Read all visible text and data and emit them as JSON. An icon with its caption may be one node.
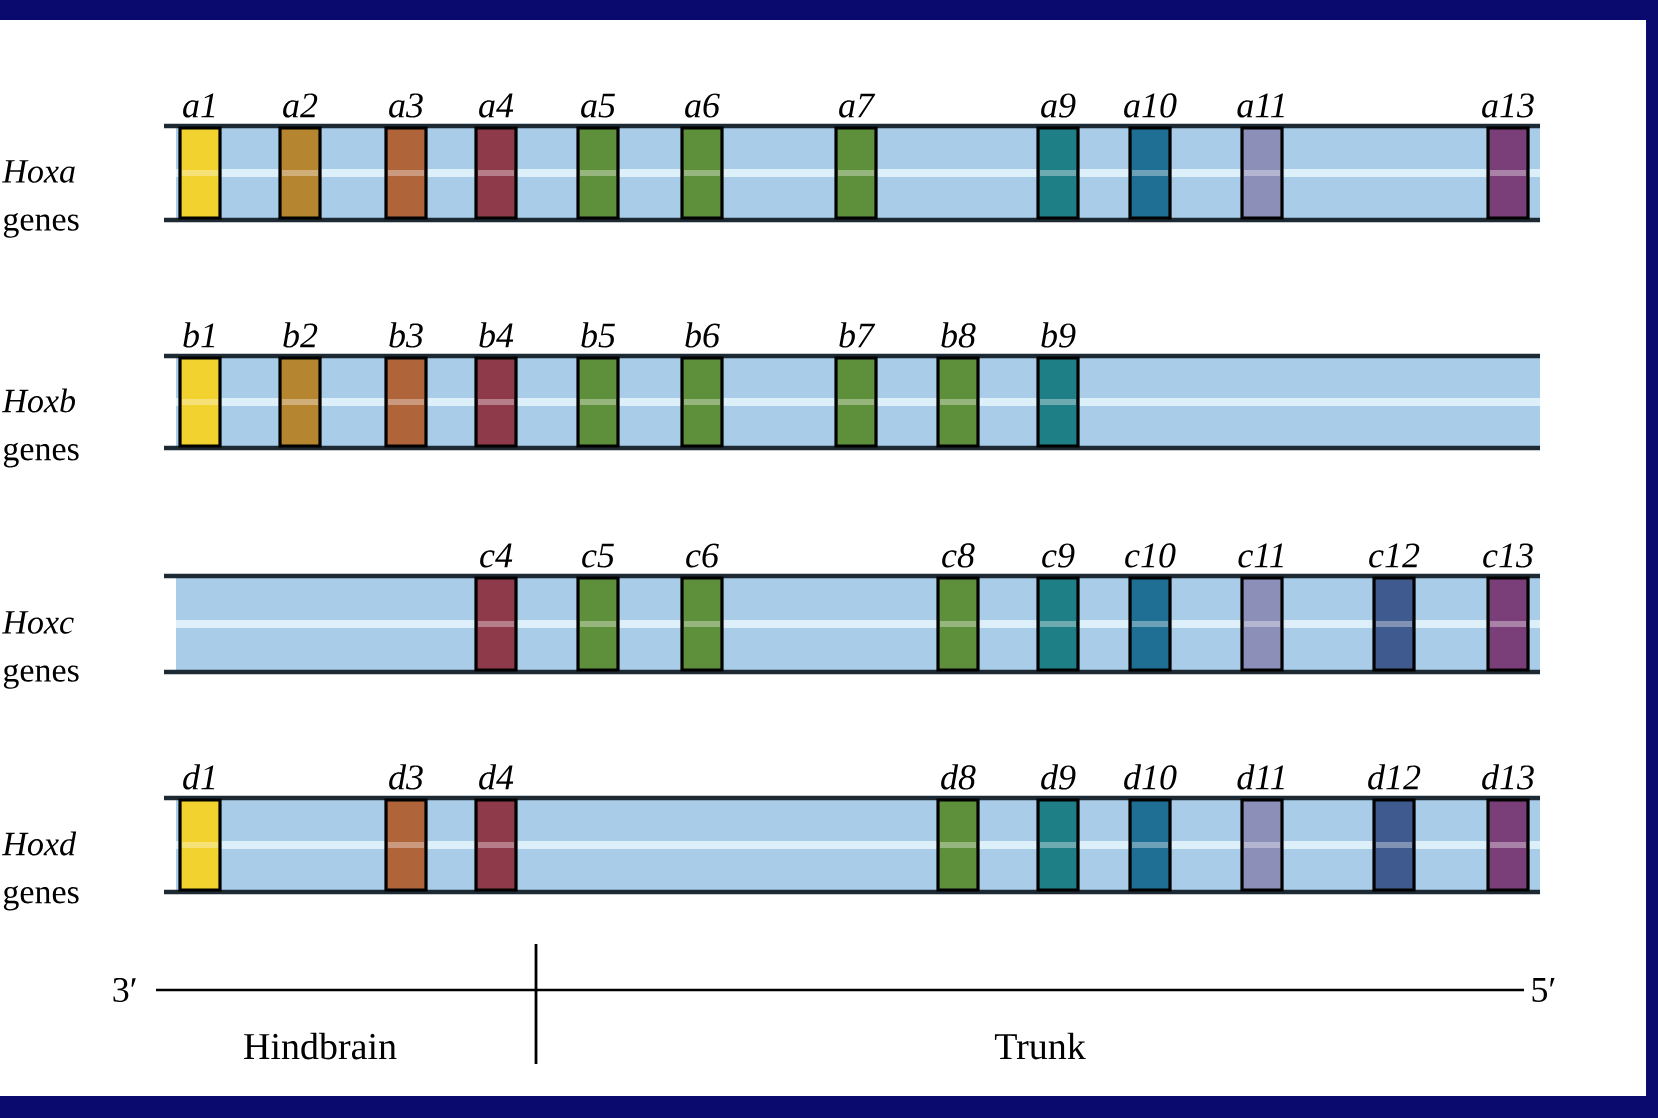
{
  "diagram": {
    "nodes": [
      {
        "text": [
          "*Hoxa* genes"
        ]
      },
      {
        "text": [
          "a1"
        ],
        "in": 0
      },
      {
        "text": [
          "a2"
        ],
        "in": 0
      },
      {
        "text": [
          "a3"
        ],
        "in": 0
      },
      {
        "text": [
          "a4"
        ],
        "in": 0
      },
      {
        "text": [
          "a5"
        ],
        "in": 0
      },
      {
        "text": [
          "a6"
        ],
        "in": 0
      },
      {
        "text": [
          "a7"
        ],
        "in": 0
      },
      {
        "text": [
          "a9"
        ],
        "in": 0
      },
      {
        "text": [
          "a10"
        ],
        "in": 0
      },
      {
        "text": [
          "a11"
        ],
        "in": 0
      },
      {
        "text": [
          "a13"
        ],
        "in": 0
      },
      {
        "text": [
          "*Hoxb* genes"
        ]
      },
      {
        "text": [
          "b1"
        ],
        "in": 12
      },
      {
        "text": [
          "b2"
        ],
        "in": 12
      },
      {
        "text": [
          "b3"
        ],
        "in": 12
      },
      {
        "text": [
          "b4"
        ],
        "in": 12
      },
      {
        "text": [
          "b5"
        ],
        "in": 12
      },
      {
        "text": [
          "b6"
        ],
        "in": 12
      },
      {
        "text": [
          "b7"
        ],
        "in": 12
      },
      {
        "text": [
          "b8"
        ],
        "in": 12
      },
      {
        "text": [
          "b9"
        ],
        "in": 12
      },
      {
        "text": [
          "*Hoxc* genes"
        ]
      },
      {
        "text": [
          "c4"
        ],
        "in": 22
      },
      {
        "text": [
          "c5"
        ],
        "in": 22
      },
      {
        "text": [
          "c6"
        ],
        "in": 22
      },
      {
        "text": [
          "c8"
        ],
        "in": 22
      },
      {
        "text": [
          "c9"
        ],
        "in": 22
      },
      {
        "text": [
          "c10"
        ],
        "in": 22
      },
      {
        "text": [
          "c11"
        ],
        "in": 22
      },
      {
        "text": [
          "c12"
        ],
        "in": 22
      },
      {
        "text": [
          "c13"
        ],
        "in": 22
      },
      {
        "text": [
          "*Hoxd* genes"
        ]
      },
      {
        "text": [
          "d1"
        ],
        "in": 32
      },
      {
        "text": [
          "d3"
        ],
        "in": 32
      },
      {
        "text": [
          "d4"
        ],
        "in": 32
      },
      {
        "text": [
          "d8"
        ],
        "in": 32
      },
      {
        "text": [
          "d9"
        ],
        "in": 32
      },
      {
        "text": [
          "d10"
        ],
        "in": 32
      },
      {
        "text": [
          "d11"
        ],
        "in": 32
      },
      {
        "text": [
          "d12"
        ],
        "in": 32
      },
      {
        "text": [
          "d13"
        ],
        "in": 32
      }
    ],
    "labels": [
      "3′",
      "5′",
      "Hindbrain",
      "Trunk"
    ]
  }
}
